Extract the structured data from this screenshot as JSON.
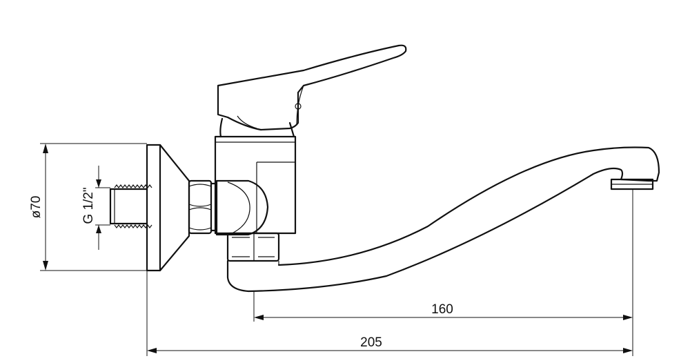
{
  "dimensions": {
    "diameter": "ø70",
    "thread": "G 1/2\"",
    "spout_reach": "160",
    "overall_length": "205"
  }
}
